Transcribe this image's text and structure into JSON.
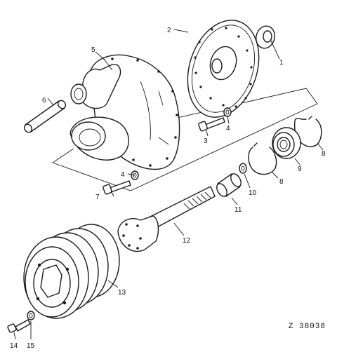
{
  "figure_reference": "Z 38038",
  "callouts": [
    "1",
    "2",
    "3",
    "4",
    "4",
    "5",
    "6",
    "7",
    "8",
    "8",
    "9",
    "10",
    "11",
    "12",
    "13",
    "14",
    "15"
  ],
  "parts": {
    "seal_ring": "1",
    "clutch_disc": "2",
    "cap_screw_upper": "3",
    "washer_upper": "4",
    "washer_lower": "4",
    "housing": "5",
    "dowel_pin": "6",
    "cap_screw_lower": "7",
    "snap_ring_outer": "8",
    "snap_ring_inner": "8",
    "bearing": "9",
    "spacer_ring": "10",
    "sleeve": "11",
    "drive_shaft": "12",
    "pulley": "13",
    "screw": "14",
    "lock_washer": "15"
  }
}
